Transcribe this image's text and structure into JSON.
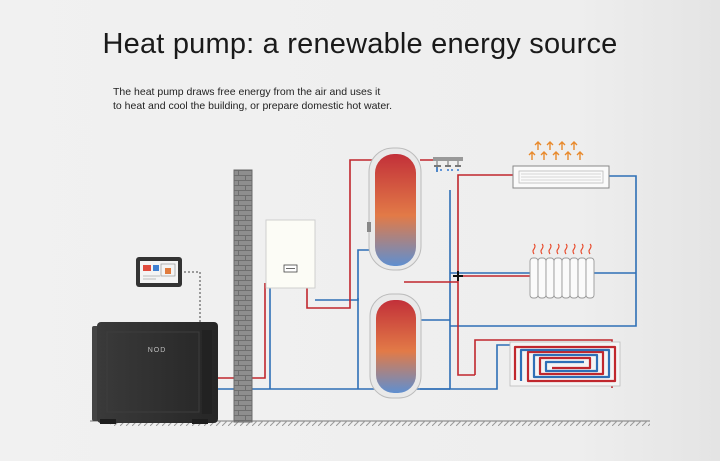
{
  "header": {
    "title": "Heat pump: a renewable energy source",
    "description_line1": "The heat pump draws free energy from the air and uses it",
    "description_line2": "to heat and cool the building, or prepare domestic hot water."
  },
  "heat_pump": {
    "brand": "NOD"
  },
  "colors": {
    "supply": "#c0272d",
    "return": "#2e6fb6",
    "heat_pump_body": "#2b2b2b",
    "wall_brick": "#8c8c8c",
    "arrow_heat": "#e8892b",
    "background": "#f0f0f0"
  },
  "icons": {
    "controller": "touch-panel-icon",
    "tap": "shower-tap-icon",
    "radiator": "radiator-icon",
    "fan_coil": "fan-coil-icon",
    "floor_heating": "floor-heating-icon"
  }
}
